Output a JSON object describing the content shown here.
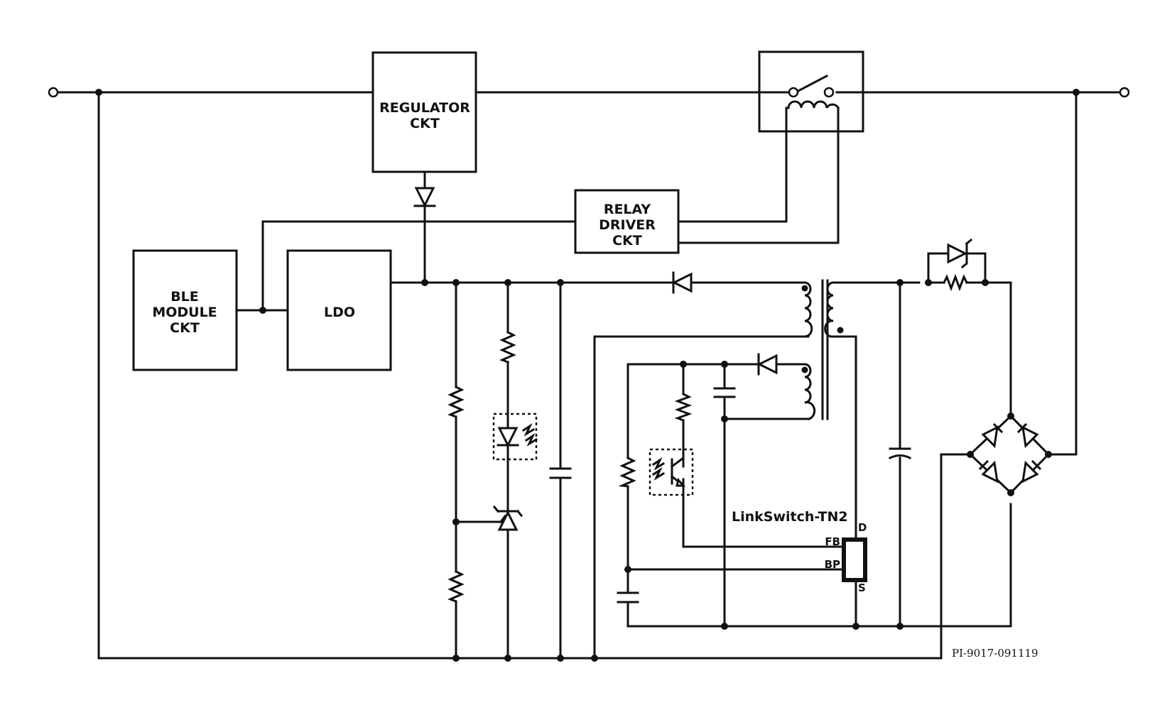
{
  "blocks": {
    "regulator": [
      "REGULATOR",
      "CKT"
    ],
    "relay_driver": [
      "RELAY",
      "DRIVER",
      "CKT"
    ],
    "ble": [
      "BLE",
      "MODULE",
      "CKT"
    ],
    "ldo": "LDO"
  },
  "ic": {
    "name": "LinkSwitch-TN2",
    "pins": {
      "d": "D",
      "fb": "FB",
      "bp": "BP",
      "s": "S"
    }
  },
  "drawing_id": "PI-9017-091119"
}
